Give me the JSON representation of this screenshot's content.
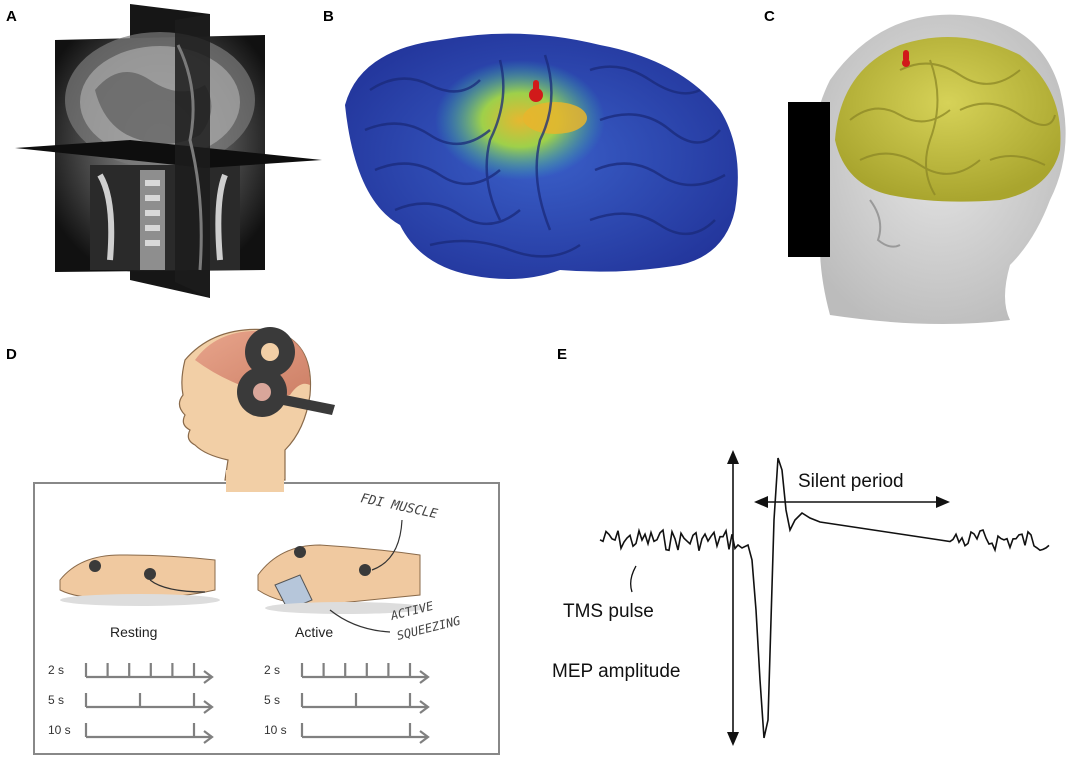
{
  "panels": {
    "A": {
      "letter": "A"
    },
    "B": {
      "letter": "B"
    },
    "C": {
      "letter": "C"
    },
    "D": {
      "letter": "D",
      "fdi_label": "FDI MUSCLE",
      "active_label_line1": "ACTIVE",
      "active_label_line2": "SQUEEZING",
      "resting_label": "Resting",
      "active_caption": "Active",
      "intervals": [
        {
          "label": "2 s",
          "ticks_every": 2
        },
        {
          "label": "5 s",
          "ticks_every": 5
        },
        {
          "label": "10 s",
          "ticks_every": 10
        }
      ]
    },
    "E": {
      "letter": "E",
      "silent_period_label": "Silent period",
      "tms_pulse_label": "TMS pulse",
      "mep_amplitude_label": "MEP amplitude"
    }
  },
  "colors": {
    "brain_blue": "#2b3fa8",
    "brain_highlight": "#d8c43a",
    "hotspot": "#d11a1a",
    "head_gray": "#c8c8c8",
    "brain_yellow": "#c6c042",
    "timeline_gray": "#808080",
    "skin": "#f0c9a0"
  }
}
